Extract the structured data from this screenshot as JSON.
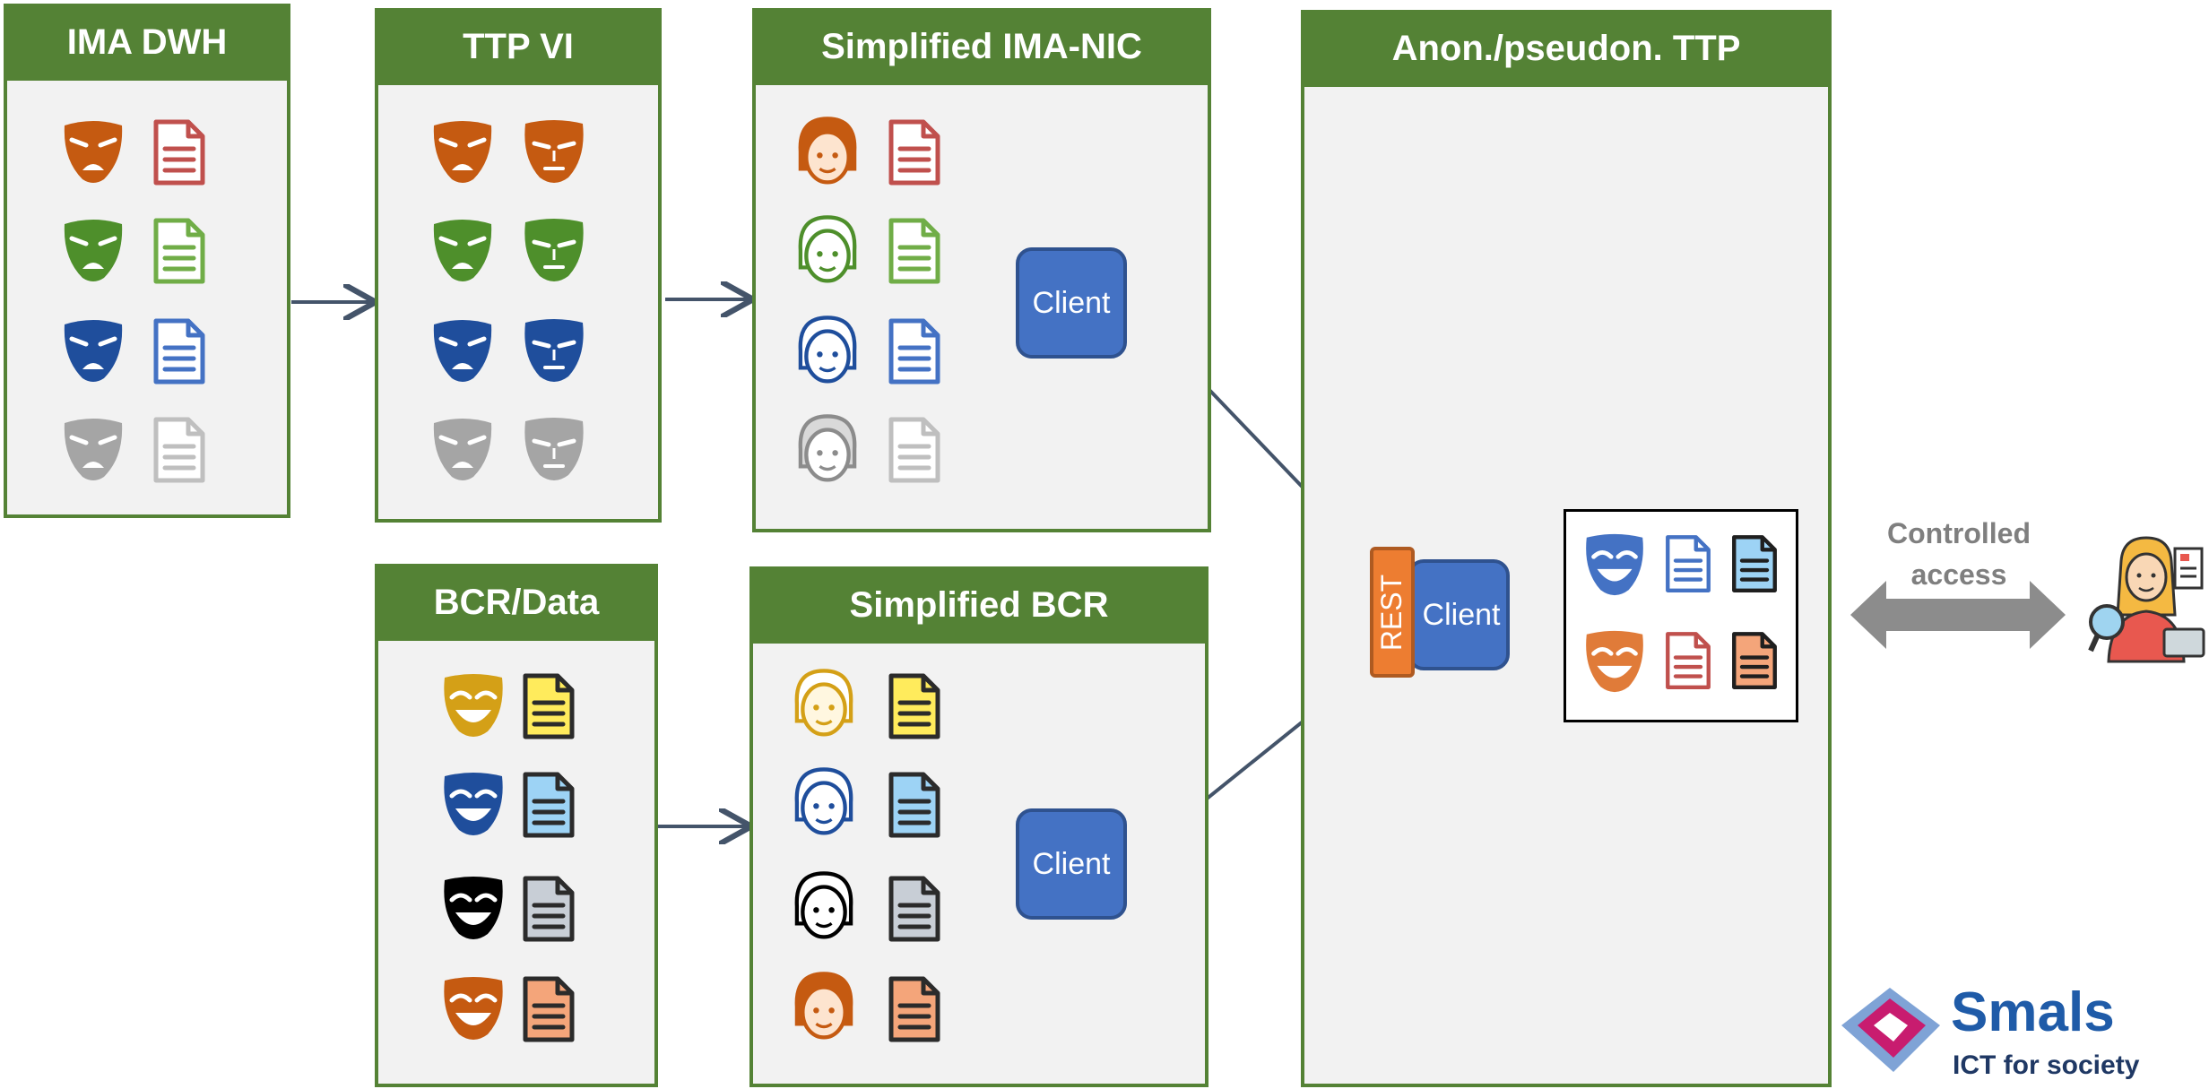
{
  "panels": {
    "ima_dwh": "IMA DWH",
    "ttp_vi": "TTP VI",
    "simplified_ima_nic": "Simplified IMA-NIC",
    "anon_ttp": "Anon./pseudon. TTP",
    "bcr_data": "BCR/Data",
    "simplified_bcr": "Simplified BCR"
  },
  "client_label": "Client",
  "rest_label": "REST",
  "controlled_access": [
    "Controlled",
    "access"
  ],
  "logo": {
    "name": "Smals",
    "tagline": "ICT for society"
  },
  "colors": {
    "panel_green": "#548235",
    "panel_fill": "#f2f2f2",
    "client_blue": "#4472c4",
    "rest_orange": "#ed7d31",
    "arrow": "#44546a"
  }
}
